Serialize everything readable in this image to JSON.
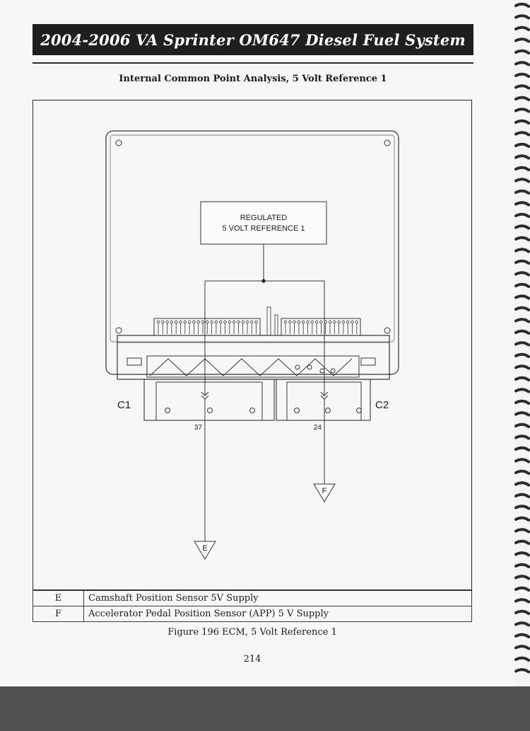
{
  "header": {
    "title": "2004-2006 VA Sprinter OM647 Diesel Fuel System"
  },
  "subtitle": "Internal Common Point Analysis, 5 Volt Reference 1",
  "diagram": {
    "regulator_line1": "REGULATED",
    "regulator_line2": "5 VOLT REFERENCE 1",
    "connector_c1": "C1",
    "connector_c2": "C2",
    "pin_c1": "37",
    "pin_c2": "24",
    "terminal_e": "E",
    "terminal_f": "F"
  },
  "legend": [
    {
      "key": "E",
      "description": "Camshaft Position Sensor 5V Supply"
    },
    {
      "key": "F",
      "description": "Accelerator Pedal Position Sensor (APP) 5 V Supply"
    }
  ],
  "caption": "Figure 196 ECM, 5 Volt Reference 1",
  "page_number": "214",
  "colors": {
    "header_bg": "#1f1f1f",
    "header_text": "#ffffff",
    "page_bg": "#f7f7f5",
    "line": "#2a2a2a"
  }
}
